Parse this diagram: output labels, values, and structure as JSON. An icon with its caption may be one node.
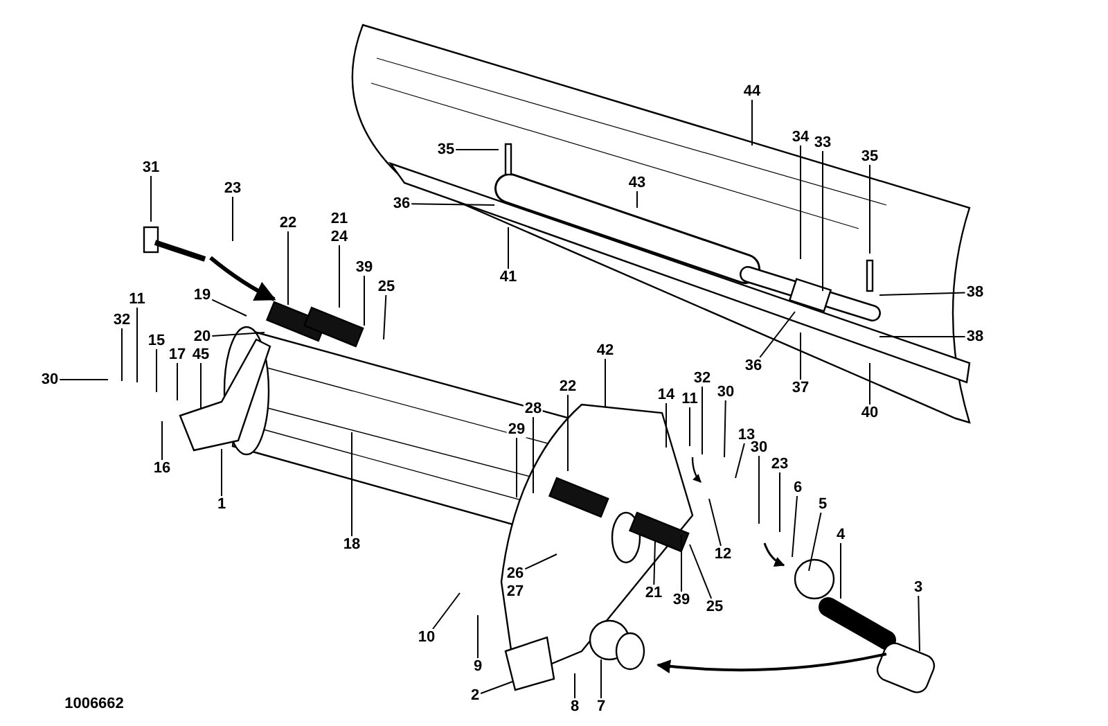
{
  "diagram": {
    "nodes": [
      {
        "text": [
          "44"
        ]
      },
      {
        "text": [
          "34"
        ]
      },
      {
        "text": [
          "33"
        ]
      },
      {
        "text": [
          "35"
        ]
      },
      {
        "text": [
          "35"
        ]
      },
      {
        "text": [
          "31"
        ]
      },
      {
        "text": [
          "43"
        ]
      },
      {
        "text": [
          "23"
        ]
      },
      {
        "text": [
          "36"
        ]
      },
      {
        "text": [
          "21"
        ]
      },
      {
        "text": [
          "22"
        ]
      },
      {
        "text": [
          "24"
        ]
      },
      {
        "text": [
          "39"
        ]
      },
      {
        "text": [
          "41"
        ]
      },
      {
        "text": [
          "25"
        ]
      },
      {
        "text": [
          "38"
        ]
      },
      {
        "text": [
          "19"
        ]
      },
      {
        "text": [
          "11"
        ]
      },
      {
        "text": [
          "32"
        ]
      },
      {
        "text": [
          "20"
        ]
      },
      {
        "text": [
          "38"
        ]
      },
      {
        "text": [
          "15"
        ]
      },
      {
        "text": [
          "42"
        ]
      },
      {
        "text": [
          "17"
        ]
      },
      {
        "text": [
          "45"
        ]
      },
      {
        "text": [
          "36"
        ]
      },
      {
        "text": [
          "30"
        ]
      },
      {
        "text": [
          "37"
        ]
      },
      {
        "text": [
          "22"
        ]
      },
      {
        "text": [
          "14"
        ]
      },
      {
        "text": [
          "11"
        ]
      },
      {
        "text": [
          "32"
        ]
      },
      {
        "text": [
          "30"
        ]
      },
      {
        "text": [
          "28"
        ]
      },
      {
        "text": [
          "40"
        ]
      },
      {
        "text": [
          "29"
        ]
      },
      {
        "text": [
          "13"
        ]
      },
      {
        "text": [
          "30"
        ]
      },
      {
        "text": [
          "23"
        ]
      },
      {
        "text": [
          "16"
        ]
      },
      {
        "text": [
          "6"
        ]
      },
      {
        "text": [
          "5"
        ]
      },
      {
        "text": [
          "1"
        ]
      },
      {
        "text": [
          "4"
        ]
      },
      {
        "text": [
          "18"
        ]
      },
      {
        "text": [
          "12"
        ]
      },
      {
        "text": [
          "26"
        ]
      },
      {
        "text": [
          "3"
        ]
      },
      {
        "text": [
          "27"
        ]
      },
      {
        "text": [
          "21"
        ]
      },
      {
        "text": [
          "39"
        ]
      },
      {
        "text": [
          "25"
        ]
      },
      {
        "text": [
          "10"
        ]
      },
      {
        "text": [
          "9"
        ]
      },
      {
        "text": [
          "2"
        ]
      },
      {
        "text": [
          "8"
        ]
      },
      {
        "text": [
          "7"
        ]
      }
    ],
    "edges": [
      {
        "from": 0,
        "to": null,
        "arrow": "none"
      },
      {
        "from": 1,
        "to": null,
        "arrow": "none"
      },
      {
        "from": 2,
        "to": null,
        "arrow": "none"
      },
      {
        "from": 3,
        "to": null,
        "arrow": "none"
      },
      {
        "from": 4,
        "to": null,
        "arrow": "none"
      },
      {
        "from": 5,
        "to": null,
        "arrow": "none"
      },
      {
        "from": 6,
        "to": null,
        "arrow": "none"
      },
      {
        "from": 7,
        "to": null,
        "arrow": "none"
      },
      {
        "from": 8,
        "to": null,
        "arrow": "none"
      },
      {
        "from": 10,
        "to": null,
        "arrow": "none"
      },
      {
        "from": 11,
        "to": null,
        "arrow": "none"
      },
      {
        "from": 12,
        "to": null,
        "arrow": "none"
      },
      {
        "from": 13,
        "to": null,
        "arrow": "none"
      },
      {
        "from": 14,
        "to": null,
        "arrow": "none"
      },
      {
        "from": 15,
        "to": null,
        "arrow": "none"
      },
      {
        "from": 16,
        "to": null,
        "arrow": "none"
      },
      {
        "from": 17,
        "to": null,
        "arrow": "none"
      },
      {
        "from": 18,
        "to": null,
        "arrow": "none"
      },
      {
        "from": 19,
        "to": null,
        "arrow": "none"
      },
      {
        "from": 20,
        "to": null,
        "arrow": "none"
      },
      {
        "from": 21,
        "to": null,
        "arrow": "none"
      },
      {
        "from": 22,
        "to": null,
        "arrow": "none"
      },
      {
        "from": 23,
        "to": null,
        "arrow": "none"
      },
      {
        "from": 24,
        "to": null,
        "arrow": "none"
      },
      {
        "from": 25,
        "to": null,
        "arrow": "none"
      },
      {
        "from": 26,
        "to": null,
        "arrow": "none"
      },
      {
        "from": 27,
        "to": null,
        "arrow": "none"
      },
      {
        "from": 28,
        "to": null,
        "arrow": "none"
      },
      {
        "from": 29,
        "to": null,
        "arrow": "none"
      },
      {
        "from": 30,
        "to": null,
        "arrow": "none"
      },
      {
        "from": 31,
        "to": null,
        "arrow": "none"
      },
      {
        "from": 32,
        "to": null,
        "arrow": "none"
      },
      {
        "from": 33,
        "to": null,
        "arrow": "none"
      },
      {
        "from": 34,
        "to": null,
        "arrow": "none"
      },
      {
        "from": 35,
        "to": null,
        "arrow": "none"
      },
      {
        "from": 36,
        "to": null,
        "arrow": "none"
      },
      {
        "from": 37,
        "to": null,
        "arrow": "none"
      },
      {
        "from": 38,
        "to": null,
        "arrow": "none"
      },
      {
        "from": 39,
        "to": null,
        "arrow": "none"
      },
      {
        "from": 40,
        "to": null,
        "arrow": "none"
      },
      {
        "from": 41,
        "to": null,
        "arrow": "none"
      },
      {
        "from": 42,
        "to": null,
        "arrow": "none"
      },
      {
        "from": 43,
        "to": null,
        "arrow": "none"
      },
      {
        "from": 44,
        "to": null,
        "arrow": "none"
      },
      {
        "from": 45,
        "to": null,
        "arrow": "none"
      },
      {
        "from": 46,
        "to": null,
        "arrow": "none"
      },
      {
        "from": 47,
        "to": null,
        "arrow": "none"
      },
      {
        "from": 49,
        "to": null,
        "arrow": "none"
      },
      {
        "from": 50,
        "to": null,
        "arrow": "none"
      },
      {
        "from": 51,
        "to": null,
        "arrow": "none"
      },
      {
        "from": 52,
        "to": null,
        "arrow": "none"
      },
      {
        "from": 53,
        "to": null,
        "arrow": "none"
      },
      {
        "from": 54,
        "to": null,
        "arrow": "none"
      },
      {
        "from": 55,
        "to": null,
        "arrow": "none"
      },
      {
        "from": 56,
        "to": null,
        "arrow": "none"
      }
    ],
    "labels": [
      "1006662"
    ]
  }
}
